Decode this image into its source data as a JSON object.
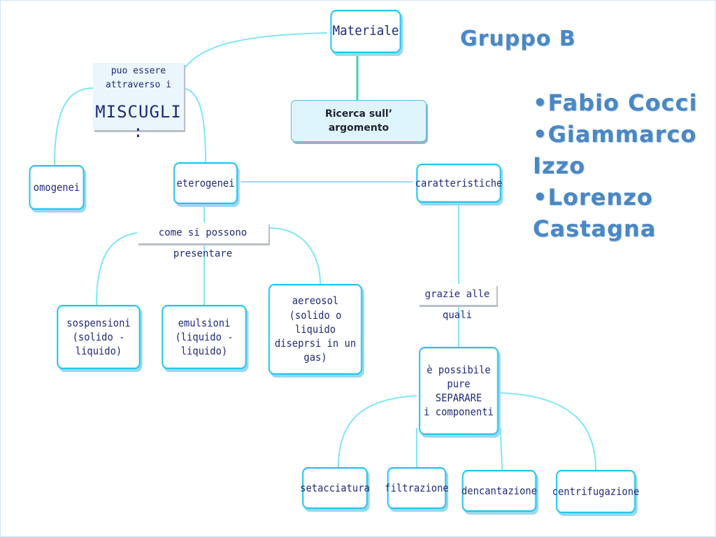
{
  "title": "Gruppo B",
  "members": [
    "•Fabio Cocci",
    "•Giammarco Izzo",
    "•Lorenzo Castagna"
  ],
  "nodes": {
    "materiale": "Materiale",
    "ricerca": [
      "Ricerca   sull’",
      "argomento"
    ],
    "omogenei": "omogenei",
    "eterogenei": "eterogenei",
    "caratteristiche": "caratteristiche",
    "sospensioni": [
      "sospensioni",
      "(solido - liquido)"
    ],
    "emulsioni": [
      "emulsioni",
      "(liquido - liquido)"
    ],
    "aereosol": [
      "aereosol",
      "(solido o liquido",
      "diseprsi in un gas)"
    ],
    "separare": [
      "è possibile pure",
      "SEPARARE",
      "i componenti"
    ],
    "setacciatura": "setacciatura",
    "filtrazione": "filtrazione",
    "dencantazione": "dencantazione",
    "centrifugazione": "centrifugazione"
  },
  "link_labels": {
    "miscugli": [
      "puo essere",
      "attraverso i",
      "MISCUGLI :"
    ],
    "presentare": "come si possono presentare",
    "grazie": "grazie alle quali"
  },
  "colors": {
    "node_border": "#22c6f0",
    "connector": "#7fe6f7",
    "connector_ricerca": "#3fd6b0",
    "heading": "#4a87c5",
    "node_text": "#1f2a7a"
  }
}
